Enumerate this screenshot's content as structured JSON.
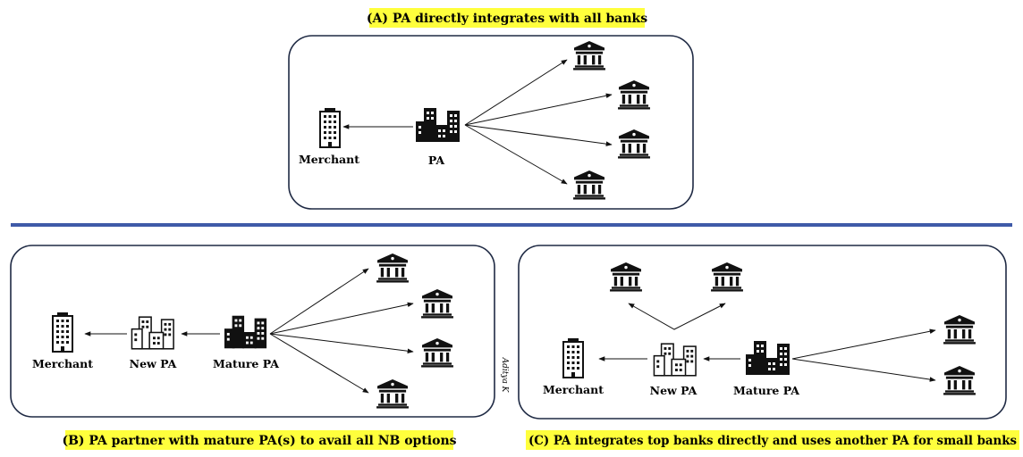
{
  "panels": {
    "a": {
      "caption": "(A) PA directly integrates with all banks",
      "merchant_label": "Merchant",
      "pa_label": "PA"
    },
    "b": {
      "caption": "(B) PA partner with mature PA(s) to avail all NB options",
      "merchant_label": "Merchant",
      "new_pa_label": "New PA",
      "mature_pa_label": "Mature PA"
    },
    "c": {
      "caption": "(C) PA integrates top banks directly and uses another PA for small banks",
      "merchant_label": "Merchant",
      "new_pa_label": "New PA",
      "mature_pa_label": "Mature PA"
    }
  },
  "watermark": "Aditya K",
  "colors": {
    "caption_highlight": "#ffff3c",
    "divider": "#3f5aa8",
    "panel_border": "#1f2a44",
    "ink": "#111111"
  },
  "icons": {
    "merchant": "office-tower-icon",
    "pa": "building-cluster-icon",
    "bank": "bank-icon"
  }
}
